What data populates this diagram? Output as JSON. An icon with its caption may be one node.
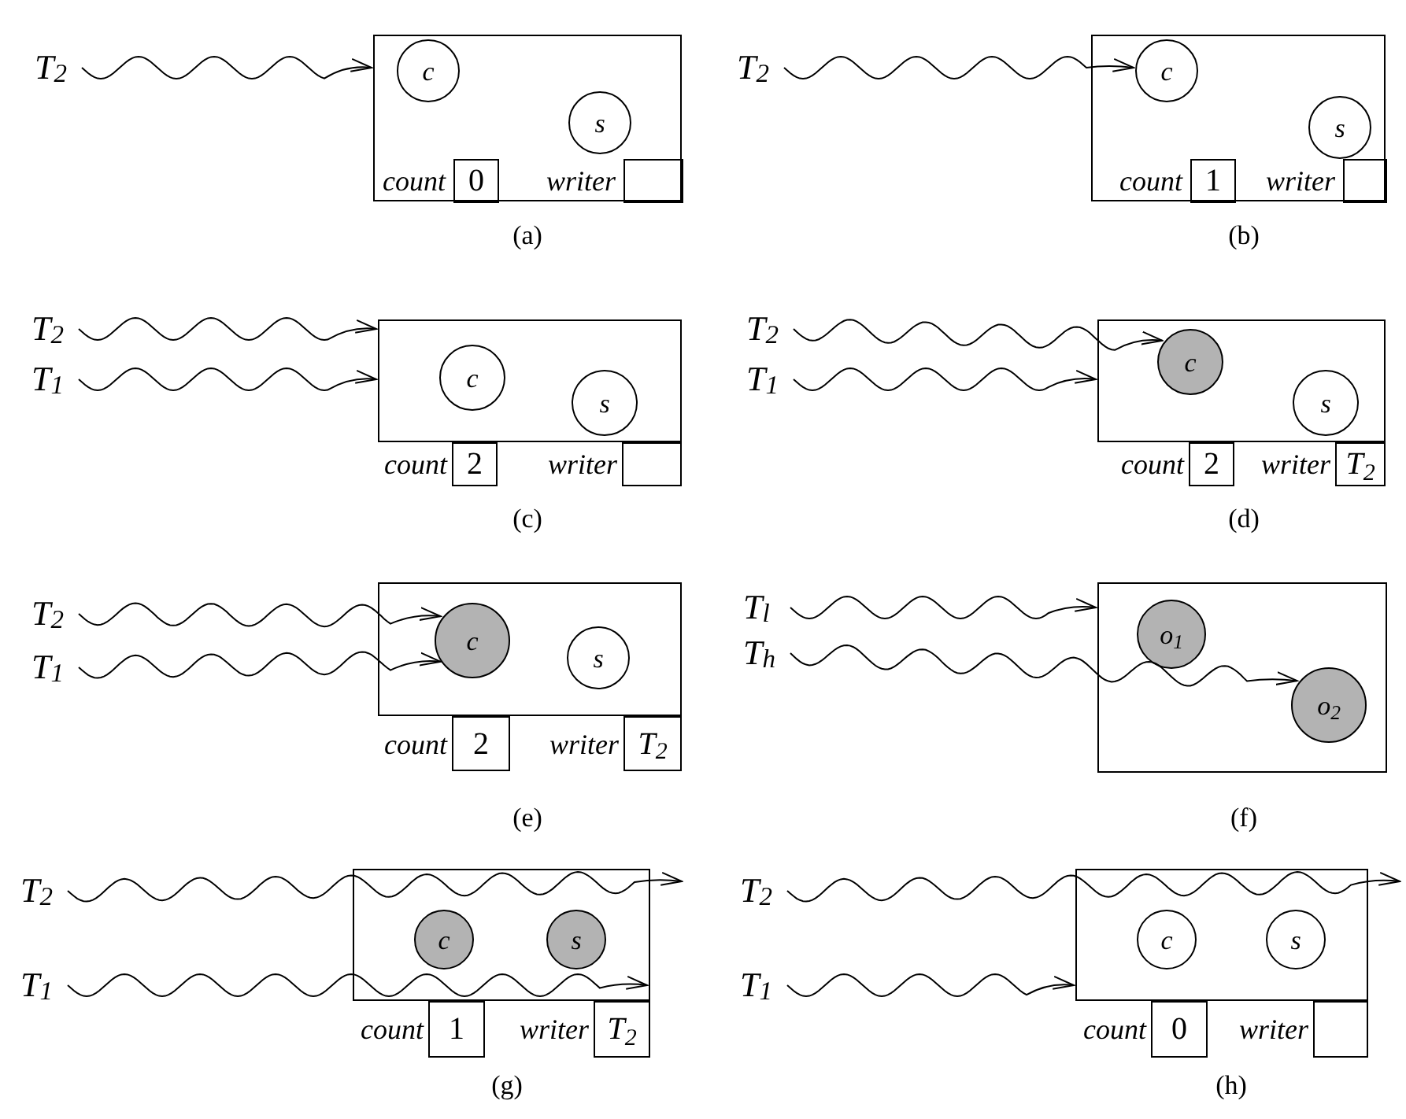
{
  "diagram": {
    "nodes": [
      {
        "text": [
          "T$_{2}$"
        ]
      },
      {
        "text": [],
        "shape": "box"
      },
      {
        "text": [
          "c"
        ],
        "in": 1
      },
      {
        "text": [
          "s"
        ],
        "in": 1
      },
      {
        "text": [
          "0"
        ],
        "in": 1,
        "beside": [
          "count"
        ]
      },
      {
        "text": [],
        "shape": "box",
        "in": 1,
        "beside": [
          "writer"
        ]
      },
      {
        "text": [
          "T$_{2}$"
        ]
      },
      {
        "text": [],
        "shape": "box"
      },
      {
        "text": [
          "c"
        ],
        "in": 7
      },
      {
        "text": [
          "s"
        ],
        "in": 7
      },
      {
        "text": [
          "1"
        ],
        "in": 7,
        "beside": [
          "count"
        ]
      },
      {
        "text": [],
        "shape": "box",
        "in": 7,
        "beside": [
          "writer"
        ]
      },
      {
        "text": [
          "T$_{2}$"
        ]
      },
      {
        "text": [
          "T$_{1}$"
        ]
      },
      {
        "text": [],
        "shape": "box"
      },
      {
        "text": [
          "c"
        ],
        "in": 14
      },
      {
        "text": [
          "s"
        ],
        "in": 14
      },
      {
        "text": [
          "2"
        ],
        "beside": [
          "count"
        ]
      },
      {
        "text": [],
        "shape": "box",
        "beside": [
          "writer"
        ]
      },
      {
        "text": [
          "T$_{2}$"
        ]
      },
      {
        "text": [
          "T$_{1}$"
        ]
      },
      {
        "text": [],
        "shape": "box"
      },
      {
        "text": [
          "c"
        ],
        "in": 21
      },
      {
        "text": [
          "s"
        ],
        "in": 21
      },
      {
        "text": [
          "2"
        ],
        "beside": [
          "count"
        ]
      },
      {
        "text": [
          "T$_{2}$"
        ],
        "beside": [
          "writer"
        ]
      },
      {
        "text": [
          "T$_{2}$"
        ]
      },
      {
        "text": [
          "T$_{1}$"
        ]
      },
      {
        "text": [],
        "shape": "box"
      },
      {
        "text": [
          "c"
        ],
        "in": 28
      },
      {
        "text": [
          "s"
        ],
        "in": 28
      },
      {
        "text": [
          "2"
        ],
        "beside": [
          "count"
        ]
      },
      {
        "text": [
          "T$_{2}$"
        ],
        "beside": [
          "writer"
        ]
      },
      {
        "text": [
          "T$_{l}$"
        ]
      },
      {
        "text": [
          "T$_{h}$"
        ]
      },
      {
        "text": [],
        "shape": "box"
      },
      {
        "text": [
          "o$_{1}$"
        ],
        "in": 35
      },
      {
        "text": [
          "o$_{2}$"
        ],
        "in": 35
      },
      {
        "text": [
          "T$_{2}$"
        ]
      },
      {
        "text": [
          "T$_{1}$"
        ]
      },
      {
        "text": [],
        "shape": "box"
      },
      {
        "text": [
          "c"
        ],
        "in": 40
      },
      {
        "text": [
          "s"
        ],
        "in": 40
      },
      {
        "text": [
          "1"
        ],
        "beside": [
          "count"
        ]
      },
      {
        "text": [
          "T$_{2}$"
        ],
        "beside": [
          "writer"
        ]
      },
      {
        "text": [
          "T$_{2}$"
        ]
      },
      {
        "text": [
          "T$_{1}$"
        ]
      },
      {
        "text": [],
        "shape": "box"
      },
      {
        "text": [
          "c"
        ],
        "in": 47
      },
      {
        "text": [
          "s"
        ],
        "in": 47
      },
      {
        "text": [
          "0"
        ],
        "beside": [
          "count"
        ]
      },
      {
        "text": [],
        "shape": "box",
        "beside": [
          "writer"
        ]
      }
    ],
    "edges": [
      {
        "from": 0,
        "to": 1,
        "arrow": "to"
      },
      {
        "from": 6,
        "to": 8,
        "arrow": "to"
      },
      {
        "from": 12,
        "to": 14,
        "arrow": "to"
      },
      {
        "from": 13,
        "to": 14,
        "arrow": "to"
      },
      {
        "from": 19,
        "to": 22,
        "arrow": "to"
      },
      {
        "from": 20,
        "to": 21,
        "arrow": "to"
      },
      {
        "from": 26,
        "to": 29,
        "arrow": "to"
      },
      {
        "from": 27,
        "to": 29,
        "arrow": "to"
      },
      {
        "from": 33,
        "to": 35,
        "arrow": "to"
      },
      {
        "from": 34,
        "to": 37,
        "arrow": "to"
      },
      {
        "from": 38,
        "to": 40,
        "arrow": "to"
      },
      {
        "from": 39,
        "to": 40,
        "arrow": "to"
      },
      {
        "from": 45,
        "to": 47,
        "arrow": "to"
      },
      {
        "from": 46,
        "to": 47,
        "arrow": "to"
      }
    ],
    "labels": [
      "(a)",
      "(b)",
      "(c)",
      "(d)",
      "(e)",
      "(f)",
      "(g)",
      "(h)"
    ]
  }
}
